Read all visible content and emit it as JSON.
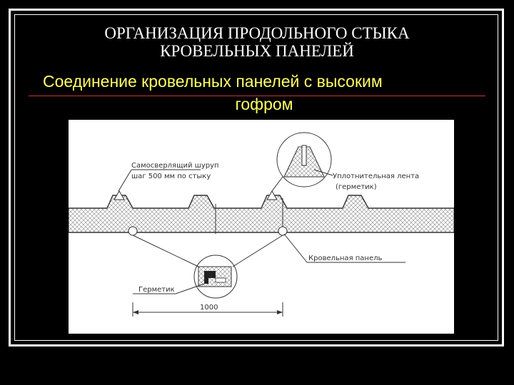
{
  "slide": {
    "title_line1": "ОРГАНИЗАЦИЯ ПРОДОЛЬНОГО СТЫКА",
    "title_line2": "КРОВЕЛЬНЫХ ПАНЕЛЕЙ",
    "subtitle_line1": "Соединение кровельных панелей с высоким",
    "subtitle_line2": "гофром"
  },
  "diagram": {
    "label_screw_1": "Самосверлящий шуруп",
    "label_screw_2": "шаг 500 мм по стыку",
    "label_seal_1": "Уплотнительная лента",
    "label_seal_2": "(герметик)",
    "label_panel": "Кровельная панель",
    "label_sealant": "Герметик",
    "dimension": "1000"
  },
  "colors": {
    "background": "#000000",
    "title": "#ffffff",
    "subtitle": "#ffff66",
    "rule": "#cc3333"
  }
}
